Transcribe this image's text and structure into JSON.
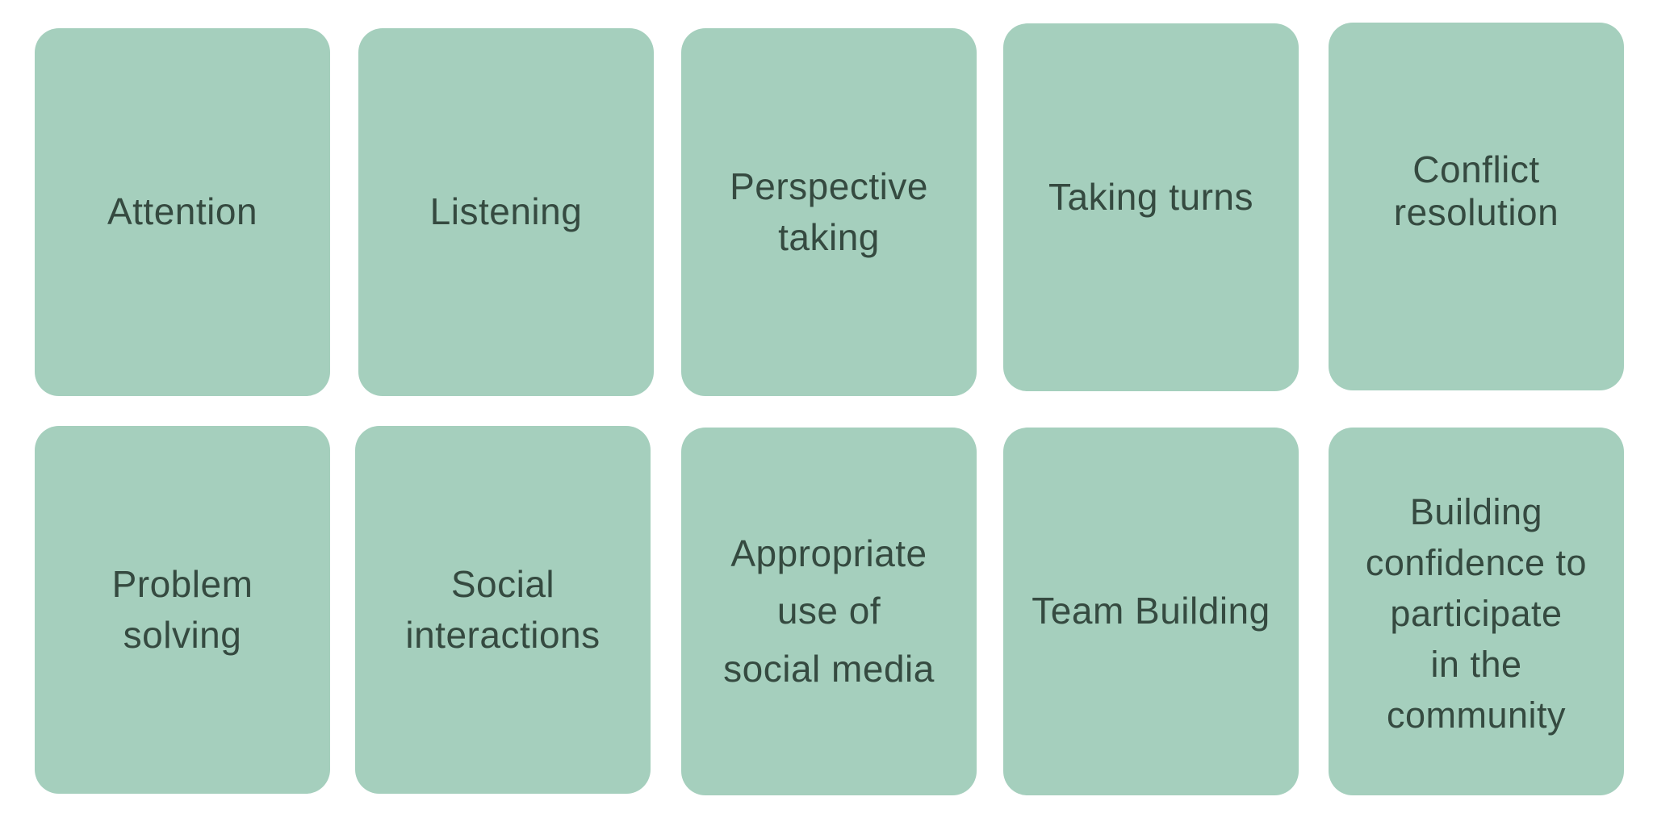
{
  "cards": [
    {
      "label": "Attention"
    },
    {
      "label": "Listening"
    },
    {
      "label": "Perspective\ntaking"
    },
    {
      "label": "Taking turns"
    },
    {
      "label": "Conflict\nresolution"
    },
    {
      "label": "Problem\nsolving"
    },
    {
      "label": "Social\ninteractions"
    },
    {
      "label": "Appropriate\nuse of\nsocial media"
    },
    {
      "label": "Team Building"
    },
    {
      "label": "Building\nconfidence to\nparticipate\nin the\ncommunity"
    }
  ],
  "colors": {
    "card_background": "#a5cfbd",
    "card_text": "#354a40",
    "page_background": "#ffffff"
  }
}
